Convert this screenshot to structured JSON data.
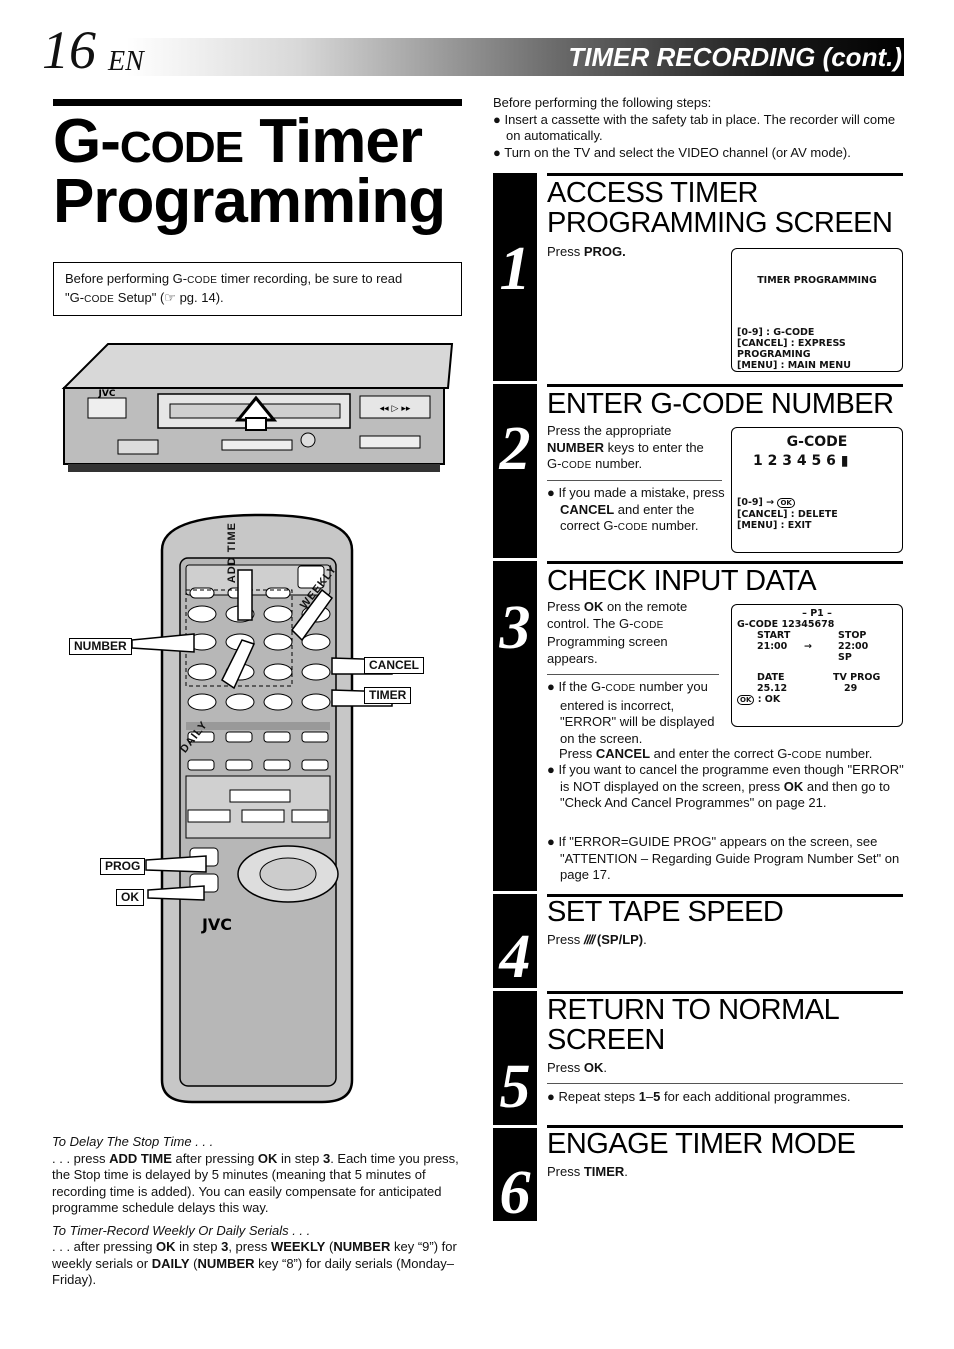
{
  "header": {
    "page_number": "16",
    "lang": "EN",
    "section": "TIMER RECORDING (cont.)"
  },
  "title": {
    "line1_prefix": "G-",
    "line1_smallcaps": "CODE",
    "line1_suffix": "Timer",
    "line2": "Programming"
  },
  "note": {
    "text1": "Before performing G-",
    "smallcaps1": "CODE",
    "text2": " timer recording, be sure to read",
    "text3": "\"G-",
    "smallcaps2": "CODE",
    "text4": " Setup\" (",
    "icon": "☞",
    "text5": " pg. 14)."
  },
  "intro": {
    "lead": "Before performing the following steps:",
    "bullets": [
      "Insert a cassette with the safety tab in place. The recorder will come on automatically.",
      "Turn on the TV and select the VIDEO channel (or AV mode)."
    ]
  },
  "steps": [
    {
      "number": "1",
      "heading_line1": "ACCESS TIMER",
      "heading_line2": "PROGRAMMING SCREEN",
      "press": "Press ",
      "key": "PROG.",
      "osd": {
        "title": "TIMER PROGRAMMING",
        "lines": [
          "[0-9] : G-CODE",
          "[CANCEL] : EXPRESS PROGRAMING",
          "[MENU] : MAIN MENU"
        ]
      }
    },
    {
      "number": "2",
      "heading_line1": "ENTER G-CODE NUMBER",
      "text1": "Press the appropriate",
      "key1": "NUMBER",
      "text2": " keys to enter the",
      "text3": "G-",
      "smallcaps": "CODE",
      "text4": " number.",
      "bullet_pre": "If you made a mistake, press ",
      "bullet_key": "CANCEL",
      "bullet_mid": " and enter the correct G-",
      "bullet_sc": "CODE",
      "bullet_post": " number.",
      "osd": {
        "title": "G-CODE",
        "digits": "1 2 3 4 5 6",
        "lines": [
          "[0-9] →",
          "[CANCEL] : DELETE",
          "[MENU] : EXIT"
        ],
        "ok_icon": "OK"
      }
    },
    {
      "number": "3",
      "heading_line1": "CHECK INPUT DATA",
      "text1": "Press ",
      "key1": "OK",
      "text2": " on the remote control. The G-",
      "smallcaps": "CODE",
      "text3": " Programming screen appears.",
      "b1_pre": "If the G-",
      "b1_sc": "CODE",
      "b1_post": " number you entered is incorrect, \"ERROR\" will be displayed on the screen.",
      "b1_cont_pre": "Press ",
      "b1_cont_key": "CANCEL",
      "b1_cont_mid": " and enter the correct G-",
      "b1_cont_sc": "CODE",
      "b1_cont_post": " number.",
      "b2_pre": "If you want to cancel the programme even though \"ERROR\" is NOT displayed on the screen, press ",
      "b2_key": "OK",
      "b2_post": " and then go to \"Check And Cancel Programmes\" on page 21.",
      "b3": "If \"ERROR=GUIDE PROG\" appears on the screen, see \"ATTENTION – Regarding Guide Program Number Set\" on page 17.",
      "osd": {
        "p": "– P1 –",
        "gcode": "G-CODE   12345678",
        "start_label": "START",
        "stop_label": "STOP",
        "start": "21:00",
        "stop": "22:00",
        "sp": "SP",
        "date_label": "DATE",
        "tvprog_label": "TV PROG",
        "date": "25.12",
        "tvprog": "29",
        "ok_line": ": OK",
        "ok_icon": "OK"
      }
    },
    {
      "number": "4",
      "heading_line1": "SET TAPE SPEED",
      "press": "Press ",
      "key": "(SP/LP)",
      "post": "."
    },
    {
      "number": "5",
      "heading_line1": "RETURN TO NORMAL",
      "heading_line2": "SCREEN",
      "press": "Press ",
      "key": "OK",
      "post": ".",
      "b_pre": "Repeat steps ",
      "b_key1": "1",
      "b_dash": "–",
      "b_key2": "5",
      "b_post": " for each additional programmes."
    },
    {
      "number": "6",
      "heading_line1": "ENGAGE TIMER MODE",
      "press": "Press ",
      "key": "TIMER",
      "post": "."
    }
  ],
  "remote_labels": {
    "number": "NUMBER",
    "cancel": "CANCEL",
    "timer": "TIMER",
    "prog": "PROG",
    "ok": "OK",
    "add_time": "ADD TIME",
    "weekly": "WEEKLY",
    "daily": "DAILY",
    "brand": "JVC"
  },
  "vcr": {
    "brand": "JVC"
  },
  "bottom": {
    "h1": "To Delay The Stop Time . . .",
    "p1_a": ". . . press ",
    "p1_k1": "ADD TIME",
    "p1_b": " after pressing ",
    "p1_k2": "OK",
    "p1_c": " in step ",
    "p1_k3": "3",
    "p1_d": ". Each time you press, the Stop time is delayed by 5 minutes (meaning that 5 minutes of recording time is added). You can easily compensate for anticipated programme schedule delays this way.",
    "h2": "To Timer-Record Weekly Or Daily Serials . . .",
    "p2_a": ". . . after pressing ",
    "p2_k1": "OK",
    "p2_b": " in step ",
    "p2_k2": "3",
    "p2_c": ", press ",
    "p2_k3": "WEEKLY",
    "p2_d": " (",
    "p2_k4": "NUMBER",
    "p2_e": " key “9”) for weekly serials or ",
    "p2_k5": "DAILY",
    "p2_f": " (",
    "p2_k6": "NUMBER",
    "p2_g": " key “8”) for daily serials (Monday–Friday)."
  }
}
